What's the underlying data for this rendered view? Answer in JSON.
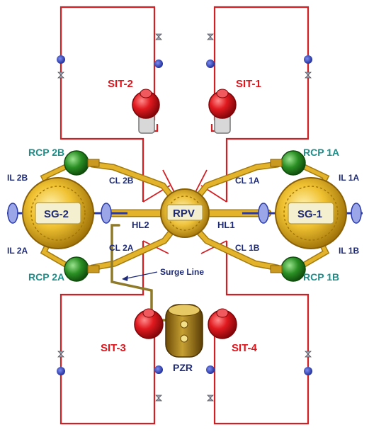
{
  "colors": {
    "pipe": "#d21f24",
    "rcs_pipe": "#e2b32b",
    "rcs_pipe_edge": "#a37b10",
    "tank": "#d4121a",
    "pump": "#23821f",
    "label_red": "#e0141b",
    "label_teal": "#1c8f8a",
    "label_navy": "#1d2a78",
    "valve_blue": "#2233a8"
  },
  "labels": {
    "sit1": "SIT-1",
    "sit2": "SIT-2",
    "sit3": "SIT-3",
    "sit4": "SIT-4",
    "rcp1a": "RCP 1A",
    "rcp1b": "RCP 1B",
    "rcp2a": "RCP 2A",
    "rcp2b": "RCP 2B",
    "il1a": "IL 1A",
    "il1b": "IL 1B",
    "il2a": "IL 2A",
    "il2b": "IL 2B",
    "cl1a": "CL 1A",
    "cl1b": "CL 1B",
    "cl2a": "CL 2A",
    "cl2b": "CL 2B",
    "sg1": "SG-1",
    "sg2": "SG-2",
    "rpv": "RPV",
    "hl1": "HL1",
    "hl2": "HL2",
    "pzr": "PZR",
    "surge_line": "Surge Line"
  }
}
